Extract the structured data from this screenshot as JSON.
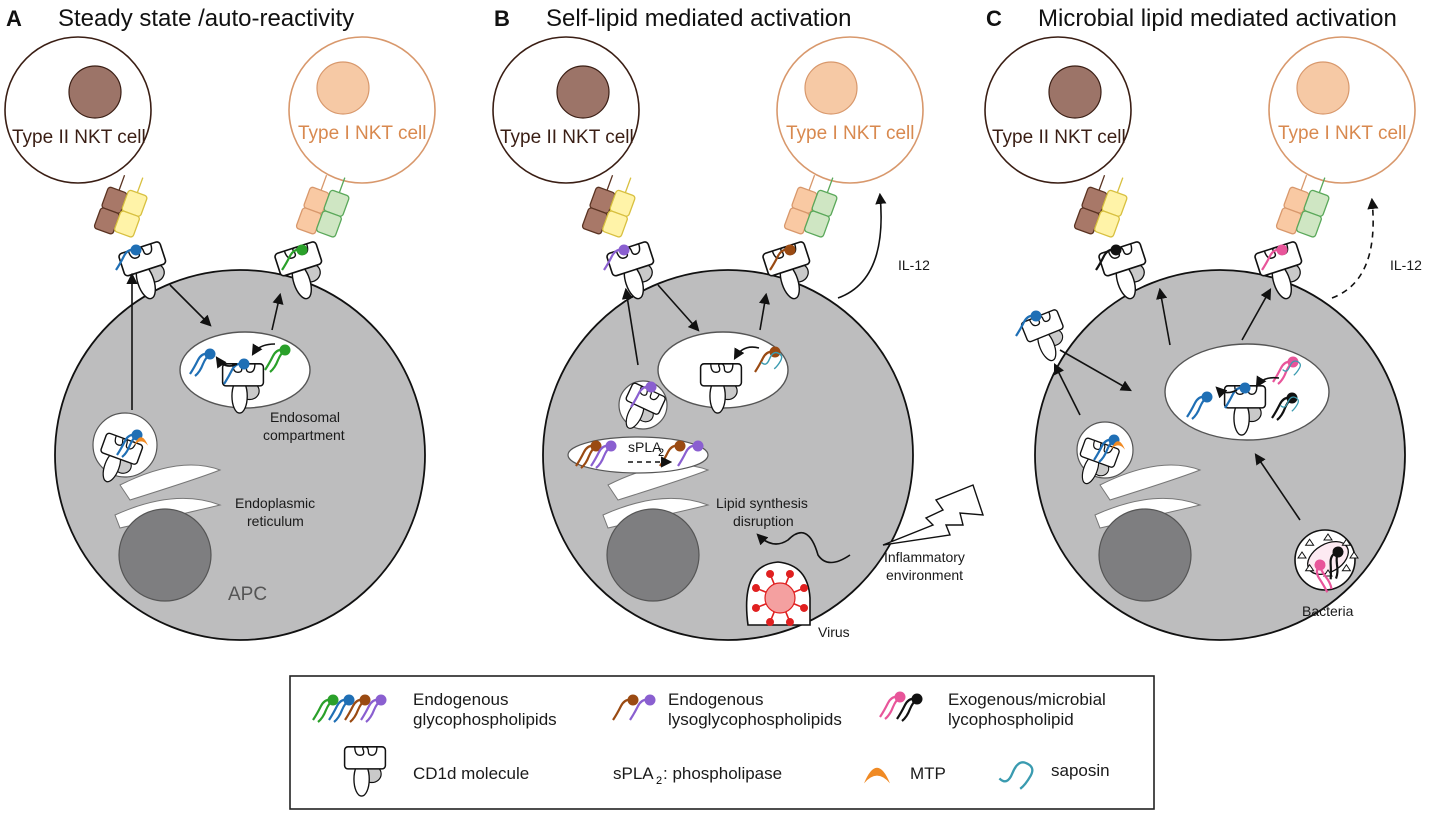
{
  "figure": {
    "panels": [
      {
        "letter": "A",
        "title": "Steady state /auto-reactivity",
        "cell_left_label": "Type II NKT cell",
        "cell_right_label": "Type I NKT cell",
        "labels": {
          "endosome_line1": "Endosomal",
          "endosome_line2": "compartment",
          "er_line1": "Endoplasmic",
          "er_line2": "reticulum",
          "apc": "APC"
        },
        "left_lipid_color": "#1f6fb5",
        "right_lipid_color": "#2aa02a"
      },
      {
        "letter": "B",
        "title": "Self-lipid mediated activation",
        "cell_left_label": "Type II NKT cell",
        "cell_right_label": "Type I NKT cell",
        "labels": {
          "il12": "IL-12",
          "spla2_main": "sPLA",
          "spla2_sub": "2",
          "lipid_line1": "Lipid synthesis",
          "lipid_line2": "disruption",
          "inflam_line1": "Inflammatory",
          "inflam_line2": "environment",
          "virus": "Virus"
        },
        "left_lipid_color": "#8a5fd0",
        "right_lipid_color": "#9a4a12"
      },
      {
        "letter": "C",
        "title": "Microbial lipid mediated activation",
        "cell_left_label": "Type II NKT cell",
        "cell_right_label": "Type I NKT cell",
        "labels": {
          "il12": "IL-12",
          "bacteria": "Bacteria"
        },
        "left_lipid_color": "#111111",
        "right_lipid_color": "#e8559a"
      }
    ],
    "legend": {
      "items": [
        {
          "icon": "endogenous-glycophospholipids-icon",
          "line1": "Endogenous",
          "line2": "glycophospholipids"
        },
        {
          "icon": "endogenous-lysoglycophospholipids-icon",
          "line1": "Endogenous",
          "line2": "lysoglycophospholipids"
        },
        {
          "icon": "exogenous-microbial-lipid-icon",
          "line1": "Exogenous/microbial",
          "line2": "lycophospholipid"
        },
        {
          "icon": "cd1d-molecule-icon",
          "line1": "CD1d molecule"
        },
        {
          "icon": "none",
          "line1_main": "sPLA",
          "line1_sub": "2",
          "line1_rest": ": phospholipase"
        },
        {
          "icon": "mtp-icon",
          "line1": "MTP"
        },
        {
          "icon": "saposin-icon",
          "line1": "saposin"
        }
      ]
    },
    "colors": {
      "apc_fill": "#bdbdbe",
      "nucleus_fill": "#7e7e80",
      "type2_nucleus": "#9c7468",
      "type2_outline": "#3a1e14",
      "type1_nucleus": "#f6c9a5",
      "type1_outline": "#d8986c",
      "tcr_brown": "#a87868",
      "tcr_yellow": "#fff3a8",
      "tcr_peach": "#f9c9a3",
      "tcr_green": "#cfe6c3",
      "lipid_green": "#2aa02a",
      "lipid_blue": "#1f6fb5",
      "lipid_brown": "#9a4a12",
      "lipid_purple": "#8a5fd0",
      "lipid_pink": "#e8559a",
      "lipid_black": "#111111",
      "mtp_orange": "#f08a24",
      "saposin_teal": "#3a9bb0",
      "virus_red": "#e02020",
      "virus_fill": "#f4a0a0"
    }
  }
}
